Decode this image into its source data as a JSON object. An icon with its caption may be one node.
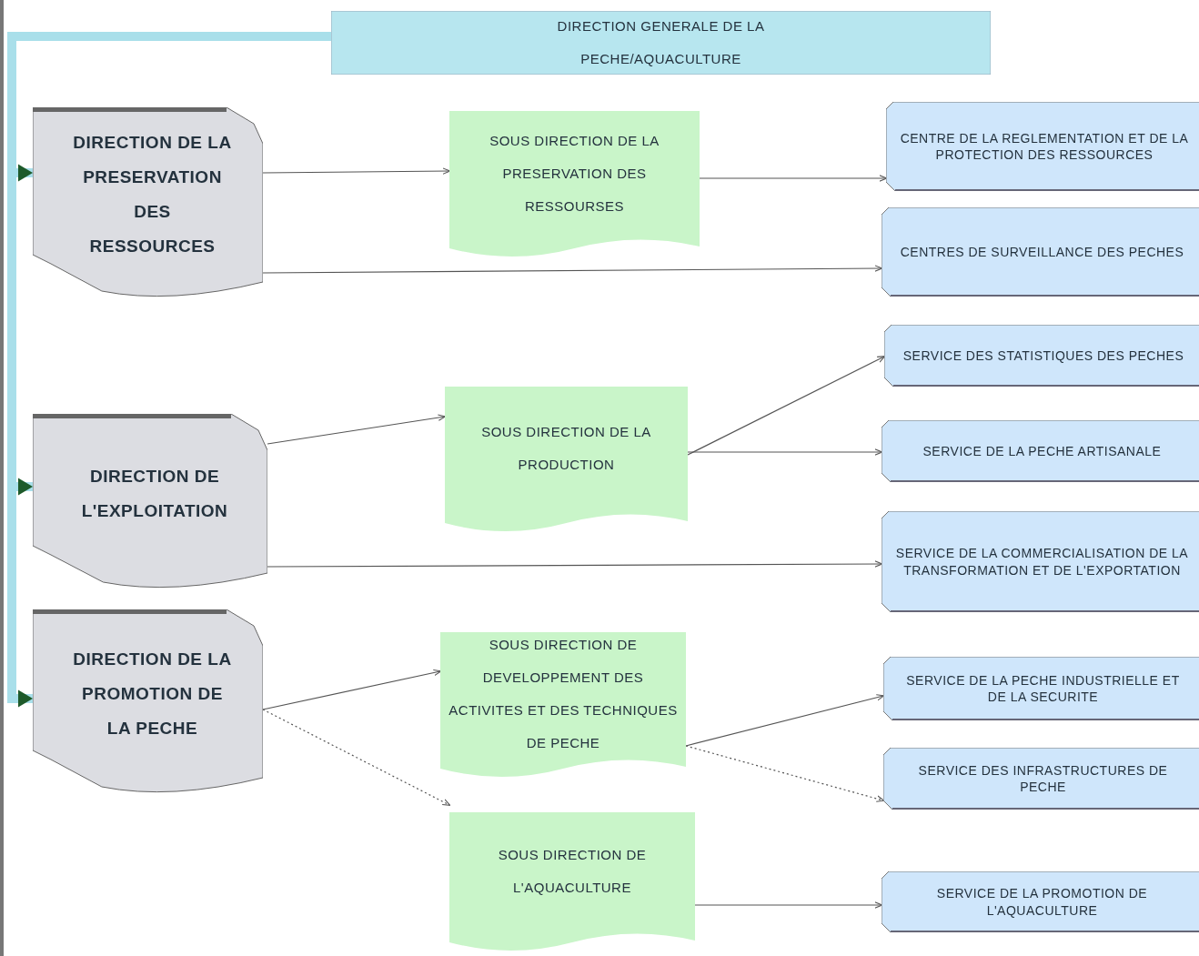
{
  "diagram": {
    "nodes": [
      {
        "text": [
          "DIRECTION GENERALE DE LA PECHE/AQUACULTURE"
        ]
      },
      {
        "text": [
          "DIRECTION DE LA PRESERVATION DES RESSOURCES"
        ]
      },
      {
        "text": [
          "DIRECTION DE L'EXPLOITATION"
        ]
      },
      {
        "text": [
          "DIRECTION DE LA PROMOTION DE LA PECHE"
        ]
      },
      {
        "text": [
          "SOUS DIRECTION DE LA PRESERVATION DES RESSOURSES"
        ]
      },
      {
        "text": [
          "SOUS DIRECTION DE LA PRODUCTION"
        ]
      },
      {
        "text": [
          "SOUS DIRECTION DE DEVELOPPEMENT DES ACTIVITES ET DES TECHNIQUES DE PECHE"
        ]
      },
      {
        "text": [
          "SOUS DIRECTION DE L'AQUACULTURE"
        ]
      },
      {
        "text": [
          "CENTRE DE LA REGLEMENTATION ET DE LA PROTECTION DES RESSOURCES"
        ]
      },
      {
        "text": [
          "CENTRES DE SURVEILLANCE DES PECHES"
        ]
      },
      {
        "text": [
          "SERVICE DES STATISTIQUES DES PECHES"
        ]
      },
      {
        "text": [
          "SERVICE DE LA PECHE ARTISANALE"
        ]
      },
      {
        "text": [
          "SERVICE DE LA COMMERCIALISATION DE LA TRANSFORMATION ET DE L'EXPORTATION"
        ]
      },
      {
        "text": [
          "SERVICE DE LA PECHE INDUSTRIELLE ET DE LA SECURITE"
        ]
      },
      {
        "text": [
          "SERVICE DES INFRASTRUCTURES DE PECHE"
        ]
      },
      {
        "text": [
          "SERVICE DE LA PROMOTION DE L'AQUACULTURE"
        ]
      }
    ],
    "edges": [
      {
        "from": 0,
        "to": 1,
        "arrow": "to",
        "style": "thick",
        "color": "#a9dfea"
      },
      {
        "from": 0,
        "to": 2,
        "arrow": "to",
        "style": "thick",
        "color": "#a9dfea"
      },
      {
        "from": 0,
        "to": 3,
        "arrow": "to",
        "style": "thick",
        "color": "#a9dfea"
      },
      {
        "from": 1,
        "to": 4,
        "arrow": "to"
      },
      {
        "from": 4,
        "to": 8,
        "arrow": "to"
      },
      {
        "from": 1,
        "to": 9,
        "arrow": "to"
      },
      {
        "from": 2,
        "to": 5,
        "arrow": "to"
      },
      {
        "from": 5,
        "to": 10,
        "arrow": "to"
      },
      {
        "from": 5,
        "to": 11,
        "arrow": "to"
      },
      {
        "from": 2,
        "to": 12,
        "arrow": "to"
      },
      {
        "from": 3,
        "to": 6,
        "arrow": "to"
      },
      {
        "from": 3,
        "to": 7,
        "arrow": "to",
        "style": "dashed"
      },
      {
        "from": 6,
        "to": 13,
        "arrow": "to"
      },
      {
        "from": 6,
        "to": 14,
        "arrow": "to",
        "style": "dashed"
      },
      {
        "from": 7,
        "to": 15,
        "arrow": "to"
      }
    ]
  }
}
